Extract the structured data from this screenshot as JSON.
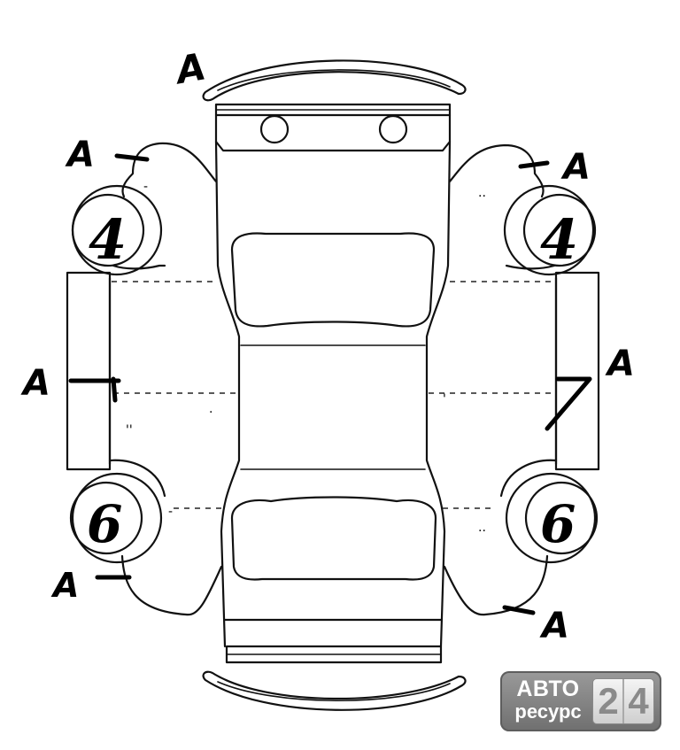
{
  "marks": {
    "front_bumper": "A",
    "front_left_fender": "A",
    "front_right_fender": "A",
    "left_doors": "A",
    "right_doors": "A",
    "rear_left_quarter": "A",
    "rear_right_quarter": "A"
  },
  "wheels": {
    "front_left": "4",
    "front_right": "4",
    "rear_left": "6",
    "rear_right": "6"
  },
  "logo": {
    "top": "АВТО",
    "bottom": "ресурс",
    "digit1": "2",
    "digit2": "4"
  }
}
